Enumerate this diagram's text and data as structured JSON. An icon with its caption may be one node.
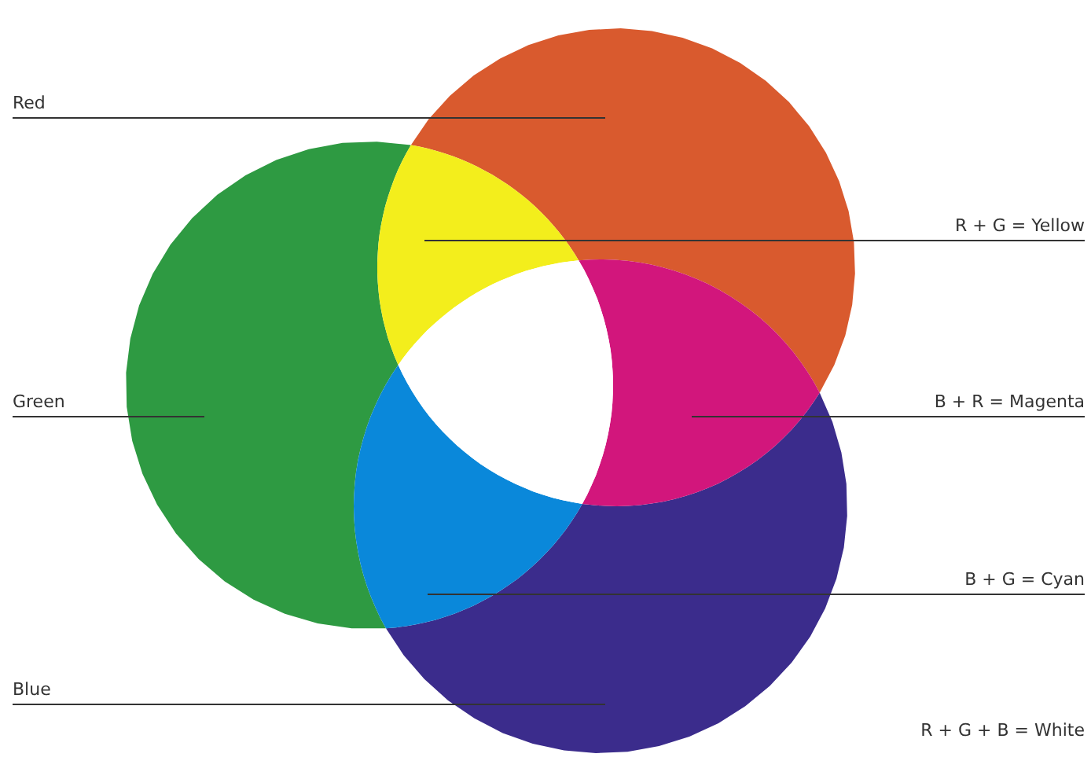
{
  "diagram": {
    "nodes": [
      {
        "text": [
          "Red"
        ]
      },
      {
        "text": [
          "Green"
        ]
      },
      {
        "text": [
          "Blue"
        ]
      },
      {
        "text": [
          "R + G = Yellow"
        ]
      },
      {
        "text": [
          "B + R = Magenta"
        ]
      },
      {
        "text": [
          "B + G = Cyan"
        ]
      },
      {
        "text": [],
        "shape": "circle"
      },
      {
        "text": [],
        "shape": "circle"
      },
      {
        "text": [],
        "shape": "circle"
      },
      {
        "text": [],
        "shape": "lens"
      },
      {
        "text": [],
        "shape": "lens"
      },
      {
        "text": [],
        "shape": "lens"
      },
      {
        "text": [],
        "shape": "lens"
      }
    ],
    "edges": [
      {
        "from": 0,
        "to": 6,
        "arrow": "none"
      },
      {
        "from": 1,
        "to": 7,
        "arrow": "none"
      },
      {
        "from": 2,
        "to": 8,
        "arrow": "none"
      },
      {
        "from": 3,
        "to": 9,
        "arrow": "none"
      },
      {
        "from": 4,
        "to": 10,
        "arrow": "none"
      },
      {
        "from": 5,
        "to": 11,
        "arrow": "none"
      }
    ],
    "labels": [
      "R + G + B = White"
    ]
  }
}
